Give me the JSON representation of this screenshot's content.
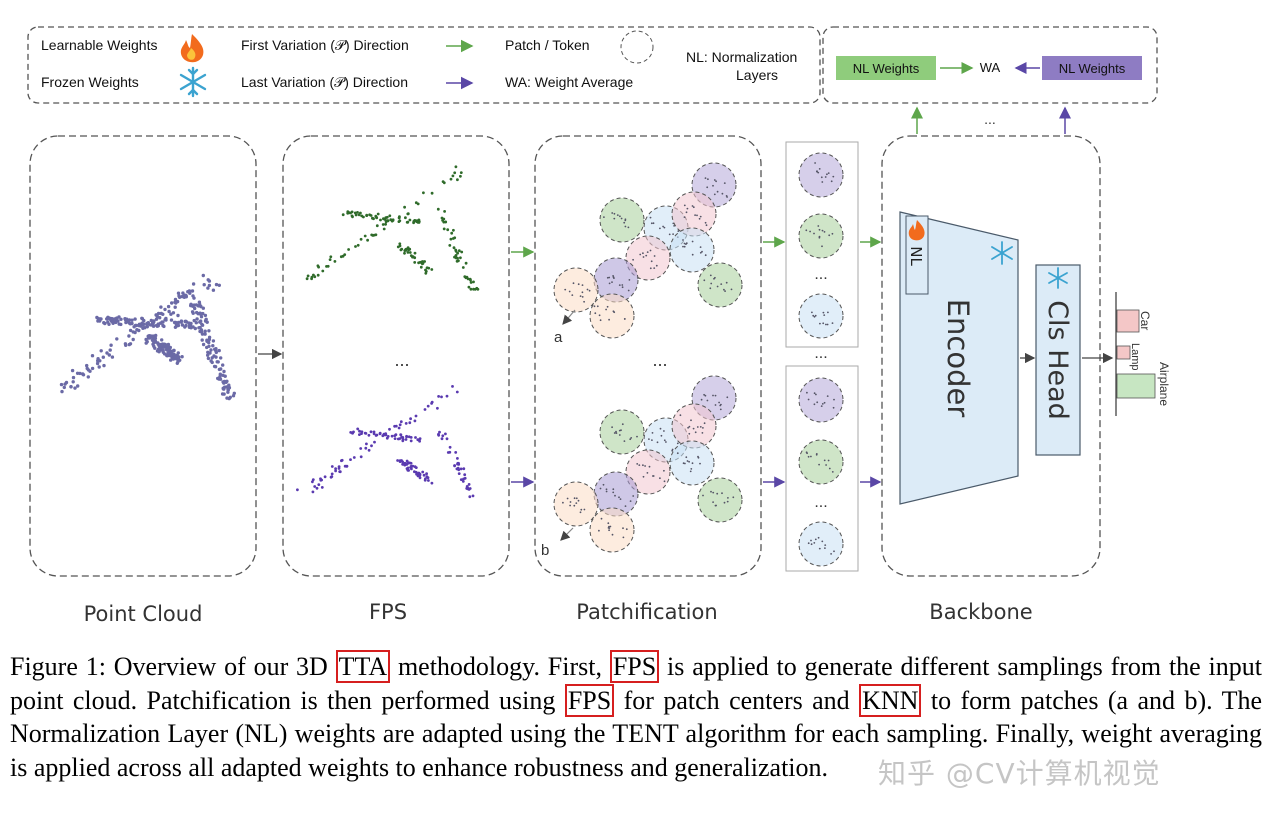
{
  "legend": {
    "learnable_weights": "Learnable Weights",
    "frozen_weights": "Frozen Weights",
    "first_variation": "First Variation (𝒫) Direction",
    "last_variation": "Last Variation (𝒫) Direction",
    "patch_token": "Patch / Token",
    "weight_average": "WA: Weight Average",
    "nl_line1": "NL: Normalization",
    "nl_line2": "Layers"
  },
  "wa_box": {
    "left": "NL Weights",
    "center": "WA",
    "right": "NL Weights",
    "ellipsis": "..."
  },
  "stages": {
    "point_cloud": "Point Cloud",
    "fps": "FPS",
    "patchification": "Patchification",
    "backbone": "Backbone"
  },
  "ellipsis": "...",
  "patch_label_a": "a",
  "patch_label_b": "b",
  "encoder": {
    "nl": "NL",
    "encoder": "Encoder",
    "cls_head": "Cls Head"
  },
  "outputs": [
    "Car",
    "Lamp",
    "Airplane"
  ],
  "colors": {
    "green_arrow": "#5ea64b",
    "purple_arrow": "#5a47a6",
    "nl_green": "#8fcc7c",
    "nl_purple": "#8e7cc3",
    "encoder_fill": "#dcebf7",
    "flame": "#f26b1d",
    "snow": "#3ba3d0",
    "highlight_box": "#d61f1f"
  },
  "caption": {
    "p1": "Figure 1: Overview of our 3D ",
    "tta": "TTA",
    "p2": " methodology. First, ",
    "fps1": "FPS",
    "p3": " is applied to generate different samplings from the input point cloud. Patchification is then performed using ",
    "fps2": "FPS",
    "p4": " for patch centers and ",
    "knn": "KNN",
    "p5": " to form patches (a and b). The Normalization Layer (NL) weights are adapted using the TENT algorithm for each sampling. Finally, weight averaging is applied across all adapted weights to enhance robustness and generalization."
  },
  "watermark": "知乎 @CV计算机视觉"
}
